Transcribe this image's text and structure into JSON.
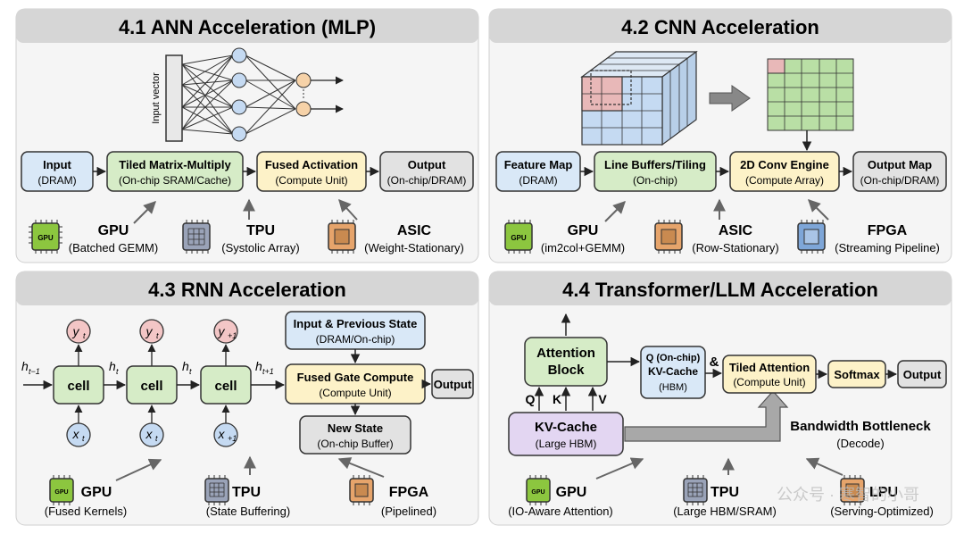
{
  "panels": {
    "ann": {
      "title": "4.1 ANN Acceleration (MLP)",
      "input_vector_label": "Input vector",
      "boxes": [
        {
          "line1": "Input",
          "line2": "(DRAM)"
        },
        {
          "line1": "Tiled Matrix-Multiply",
          "line2": "(On-chip SRAM/Cache)"
        },
        {
          "line1": "Fused Activation",
          "line2": "(Compute Unit)"
        },
        {
          "line1": "Output",
          "line2": "(On-chip/DRAM)"
        }
      ],
      "hardware": [
        {
          "name": "GPU",
          "detail": "(Batched GEMM)",
          "chip_label": "GPU"
        },
        {
          "name": "TPU",
          "detail": "(Systolic Array)",
          "chip_label": ""
        },
        {
          "name": "ASIC",
          "detail": "(Weight-Stationary)",
          "chip_label": ""
        }
      ]
    },
    "cnn": {
      "title": "4.2 CNN Acceleration",
      "boxes": [
        {
          "line1": "Feature Map",
          "line2": "(DRAM)"
        },
        {
          "line1": "Line Buffers/Tiling",
          "line2": "(On-chip)"
        },
        {
          "line1": "2D Conv Engine",
          "line2": "(Compute Array)"
        },
        {
          "line1": "Output Map",
          "line2": "(On-chip/DRAM)"
        }
      ],
      "hardware": [
        {
          "name": "GPU",
          "detail": "(im2col+GEMM)",
          "chip_label": "GPU"
        },
        {
          "name": "ASIC",
          "detail": "(Row-Stationary)",
          "chip_label": ""
        },
        {
          "name": "FPGA",
          "detail": "(Streaming Pipeline)",
          "chip_label": ""
        }
      ]
    },
    "rnn": {
      "title": "4.3 RNN Acceleration",
      "cell_label": "cell",
      "h_labels": [
        "h",
        "h",
        "h",
        "h"
      ],
      "h_subs": [
        "t−1",
        "t",
        "t",
        "t+1"
      ],
      "y_labels": [
        "y",
        "y",
        "y"
      ],
      "y_subs": [
        "t",
        "t",
        "+1"
      ],
      "x_labels": [
        "x",
        "x",
        "x"
      ],
      "x_subs": [
        "t",
        "t",
        "+1"
      ],
      "boxes": [
        {
          "line1": "Input & Previous State",
          "line2": "(DRAM/On-chip)"
        },
        {
          "line1": "Fused Gate Compute",
          "line2": "(Compute Unit)"
        },
        {
          "line1": "New State",
          "line2": "(On-chip Buffer)"
        },
        {
          "line1": "Output",
          "line2": ""
        }
      ],
      "hardware": [
        {
          "name": "GPU",
          "detail": "(Fused Kernels)",
          "chip_label": "GPU"
        },
        {
          "name": "TPU",
          "detail": "(State Buffering)",
          "chip_label": ""
        },
        {
          "name": "FPGA",
          "detail": "(Pipelined)",
          "chip_label": ""
        }
      ]
    },
    "transformer": {
      "title": "4.4 Transformer/LLM Acceleration",
      "attention_block": {
        "line1": "Attention",
        "line2": "Block"
      },
      "qkv": [
        "Q",
        "K",
        "V"
      ],
      "kv_cache": {
        "line1": "KV-Cache",
        "line2": "(Large HBM)"
      },
      "q_kv_box": {
        "line1": "Q (On-chip)",
        "line2": "KV-Cache",
        "line3": "(HBM)"
      },
      "ampersand": "&",
      "tiled_attention": {
        "line1": "Tiled Attention",
        "line2": "(Compute Unit)"
      },
      "softmax": "Softmax",
      "output": "Output",
      "bottleneck": {
        "line1": "Bandwidth Bottleneck",
        "line2": "(Decode)"
      },
      "hardware": [
        {
          "name": "GPU",
          "detail": "(IO-Aware Attention)",
          "chip_label": "GPU"
        },
        {
          "name": "TPU",
          "detail": "(Large HBM/SRAM)",
          "chip_label": ""
        },
        {
          "name": "LPU",
          "detail": "(Serving-Optimized)",
          "chip_label": ""
        }
      ]
    }
  },
  "watermark": "公众号 · 寒智的小哥",
  "colors": {
    "panel_bg": "#f5f5f5",
    "title_bar": "#d6d6d6",
    "blue_box": "#d9e8f7",
    "green_box": "#d6ecc7",
    "yellow_box": "#fdf2c8",
    "gray_box": "#e2e2e2",
    "purple_box": "#e3d6f2",
    "node_blue": "#c5daf2",
    "node_orange": "#f6d2a8",
    "node_red": "#f3c6c6",
    "chip_green": "#8cc63f",
    "chip_orange": "#e6a46b",
    "chip_blue": "#7ea6d8"
  }
}
